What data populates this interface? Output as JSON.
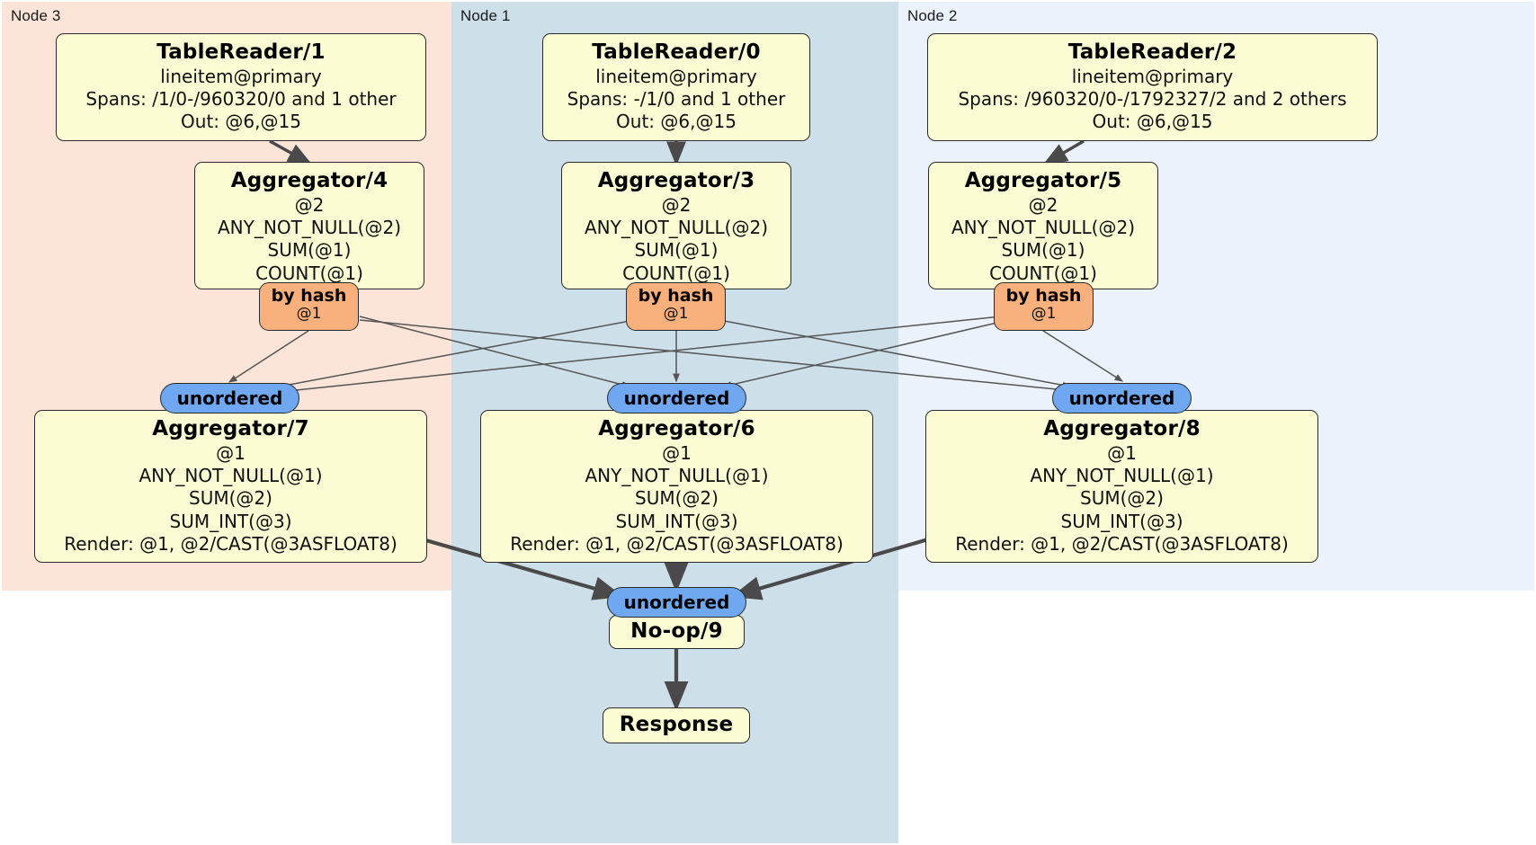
{
  "diagram": {
    "type": "distributed-query-plan",
    "nodes": [
      {
        "id": "node3",
        "label": "Node 3",
        "color": "#fce5d8"
      },
      {
        "id": "node1",
        "label": "Node 1",
        "color": "#cddfe9"
      },
      {
        "id": "node2",
        "label": "Node 2",
        "color": "#ecf2fb"
      }
    ],
    "processors": {
      "tablereader1": {
        "title": "TableReader/1",
        "lines": [
          "lineitem@primary",
          "Spans: /1/0-/960320/0 and 1 other",
          "Out: @6,@15"
        ]
      },
      "tablereader0": {
        "title": "TableReader/0",
        "lines": [
          "lineitem@primary",
          "Spans: -/1/0 and 1 other",
          "Out: @6,@15"
        ]
      },
      "tablereader2": {
        "title": "TableReader/2",
        "lines": [
          "lineitem@primary",
          "Spans: /960320/0-/1792327/2 and 2 others",
          "Out: @6,@15"
        ]
      },
      "aggregator4": {
        "title": "Aggregator/4",
        "lines": [
          "@2",
          "ANY_NOT_NULL(@2)",
          "SUM(@1)",
          "COUNT(@1)"
        ]
      },
      "aggregator3": {
        "title": "Aggregator/3",
        "lines": [
          "@2",
          "ANY_NOT_NULL(@2)",
          "SUM(@1)",
          "COUNT(@1)"
        ]
      },
      "aggregator5": {
        "title": "Aggregator/5",
        "lines": [
          "@2",
          "ANY_NOT_NULL(@2)",
          "SUM(@1)",
          "COUNT(@1)"
        ]
      },
      "aggregator7": {
        "title": "Aggregator/7",
        "lines": [
          "@1",
          "ANY_NOT_NULL(@1)",
          "SUM(@2)",
          "SUM_INT(@3)",
          "Render: @1, @2/CAST(@3ASFLOAT8)"
        ]
      },
      "aggregator6": {
        "title": "Aggregator/6",
        "lines": [
          "@1",
          "ANY_NOT_NULL(@1)",
          "SUM(@2)",
          "SUM_INT(@3)",
          "Render: @1, @2/CAST(@3ASFLOAT8)"
        ]
      },
      "aggregator8": {
        "title": "Aggregator/8",
        "lines": [
          "@1",
          "ANY_NOT_NULL(@1)",
          "SUM(@2)",
          "SUM_INT(@3)",
          "Render: @1, @2/CAST(@3ASFLOAT8)"
        ]
      },
      "noop9": {
        "title": "No-op/9",
        "lines": []
      },
      "response": {
        "title": "Response",
        "lines": []
      }
    },
    "routers": {
      "hash_label": "by hash",
      "hash_column": "@1"
    },
    "synchronizers": {
      "unordered_label": "unordered"
    },
    "colors": {
      "processor_fill": "#fbfbd4",
      "processor_stroke": "#2b2b2b",
      "hash_router_fill": "#f8b07c",
      "sync_fill": "#6fa8f0",
      "node3_fill": "#fce5d8",
      "node1_fill": "#cddfe9",
      "node2_fill": "#ecf2fb",
      "edge": "#4a4a4a"
    }
  }
}
